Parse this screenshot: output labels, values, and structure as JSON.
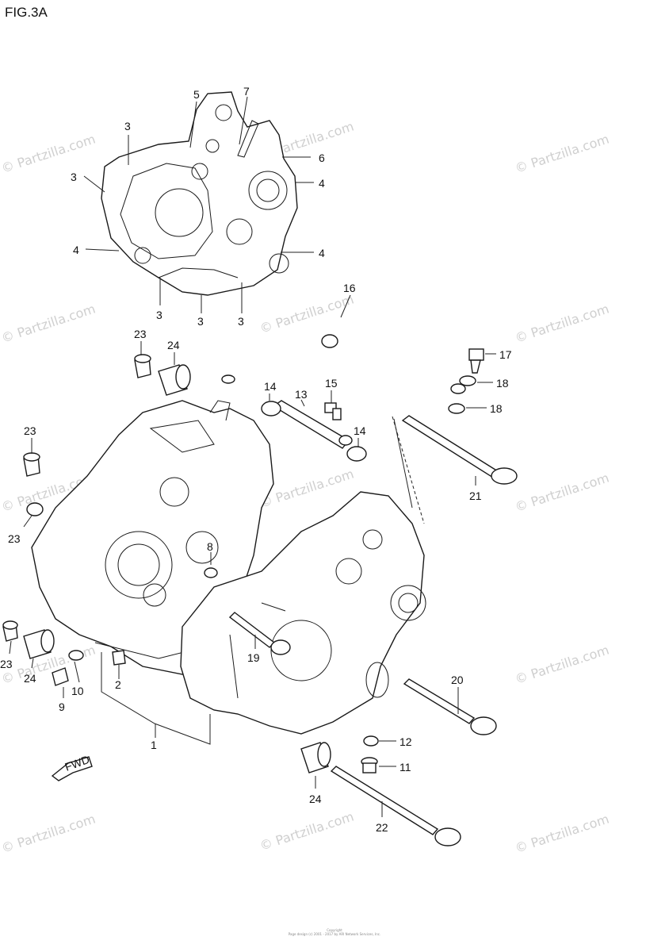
{
  "figure": {
    "title": "FIG.3A"
  },
  "watermark": {
    "text": "© Partzilla.com"
  },
  "footer": {
    "line1": "Copyright",
    "line2": "Page design (c) 2001 - 2017 by ARI Network Services, Inc."
  },
  "fwd_label": "FWD",
  "callouts": [
    "1",
    "2",
    "3",
    "4",
    "5",
    "6",
    "7",
    "8",
    "9",
    "10",
    "11",
    "12",
    "13",
    "14",
    "15",
    "16",
    "17",
    "18",
    "19",
    "20",
    "21",
    "22",
    "23",
    "24"
  ]
}
